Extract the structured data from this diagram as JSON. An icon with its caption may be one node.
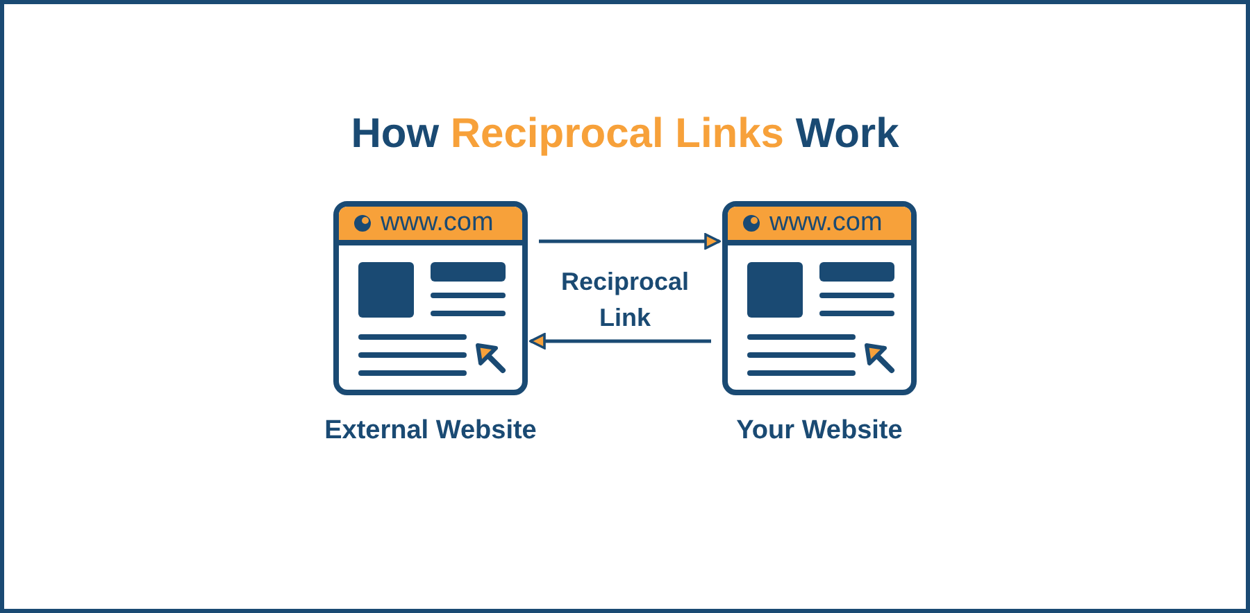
{
  "diagram": {
    "title": "How **Reciprocal Links** Work",
    "nodes": [
      {
        "text": [
          "www.com"
        ],
        "beside": [
          "External Website"
        ]
      },
      {
        "text": [
          "www.com"
        ],
        "beside": [
          "Your Website"
        ]
      }
    ],
    "edges": [
      {
        "from": 0,
        "to": 1,
        "arrow": "to"
      },
      {
        "from": 1,
        "to": 0,
        "arrow": "to"
      }
    ],
    "labels": [
      "Reciprocal Link"
    ]
  }
}
